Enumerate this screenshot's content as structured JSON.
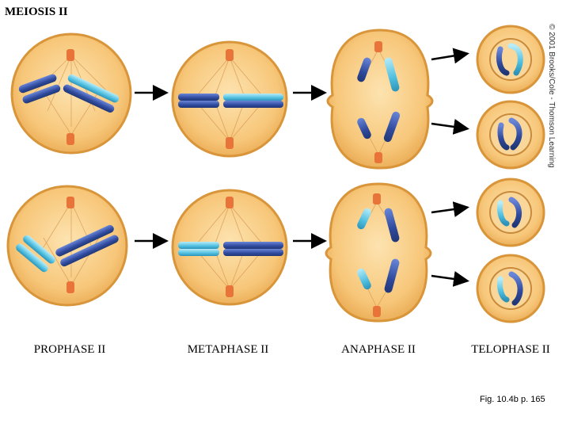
{
  "title": "MEIOSIS II",
  "stages": [
    {
      "label": "PROPHASE II"
    },
    {
      "label": "METAPHASE II"
    },
    {
      "label": "ANAPHASE II"
    },
    {
      "label": "TELOPHASE II"
    }
  ],
  "caption": "Fig. 10.4b p. 165",
  "copyright": "© 2001 Brooks/Cole - Thomson Learning",
  "colors": {
    "cell_fill": "#f7c77a",
    "cell_edge": "#d9953a",
    "dark_chromatid": "#3a55a8",
    "light_chromatid": "#5cc4e0",
    "centriole": "#e8743a",
    "spindle": "#d89a55"
  }
}
